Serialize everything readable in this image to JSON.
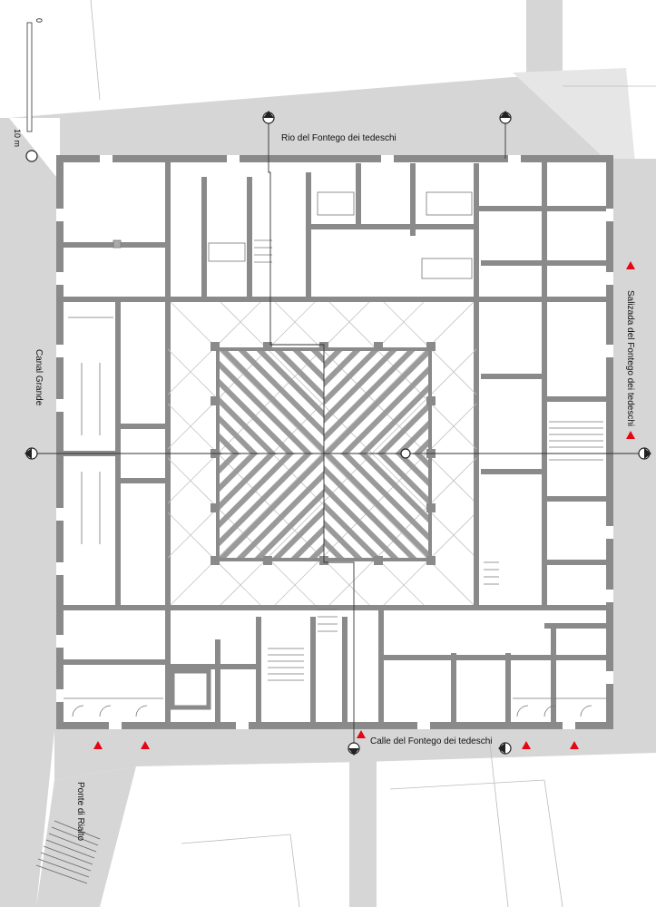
{
  "labels": {
    "north_canal": "Rio del Fontego dei tedeschi",
    "west_canal": "Canal Grande",
    "east_street": "Salizada del Fontego dei tedeschi",
    "south_street": "Calle del Fontego dei tedeschi",
    "bridge": "Ponte di Rialto"
  },
  "scale_bar": {
    "start_label": "0",
    "end_label": "10 m"
  },
  "colors": {
    "street": "#d6d6d6",
    "wall": "#8a8a8a",
    "line": "#555555",
    "entrance_marker": "#e30613"
  }
}
